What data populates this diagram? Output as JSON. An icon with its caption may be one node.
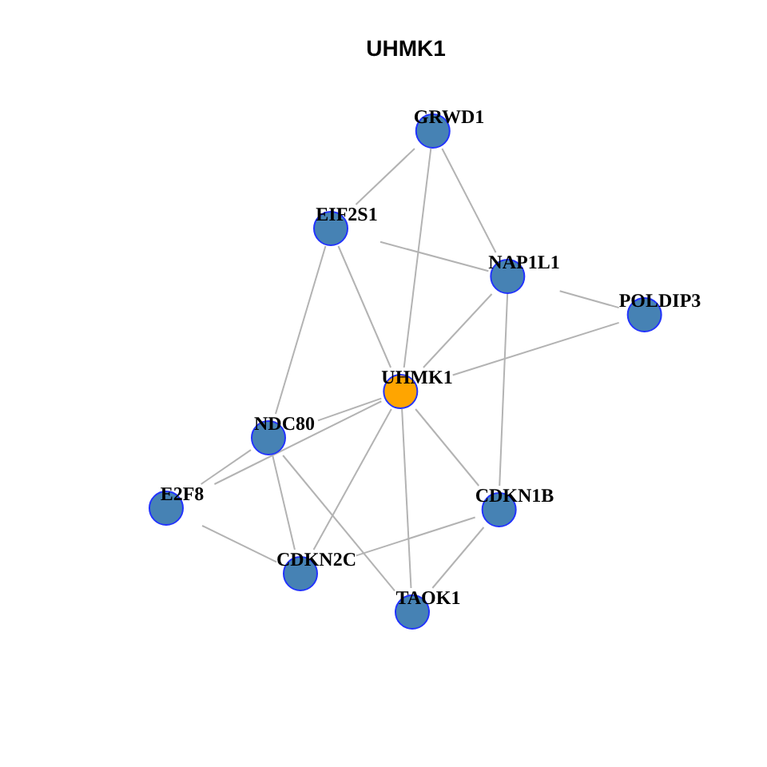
{
  "diagram": {
    "title": "UHMK1",
    "nodes": [
      {
        "text": [
          "GRWD1"
        ]
      },
      {
        "text": [
          "EIF2S1"
        ]
      },
      {
        "text": [
          "NAP1L1"
        ]
      },
      {
        "text": [
          "POLDIP3"
        ]
      },
      {
        "text": [
          "UHMK1"
        ]
      },
      {
        "text": [
          "NDC80"
        ]
      },
      {
        "text": [
          "E2F8"
        ]
      },
      {
        "text": [
          "CDKN1B"
        ]
      },
      {
        "text": [
          "CDKN2C"
        ]
      },
      {
        "text": [
          "TAOK1"
        ]
      }
    ],
    "edges": [
      {
        "from": 0,
        "to": 1,
        "arrow": "none"
      },
      {
        "from": 0,
        "to": 4,
        "arrow": "none"
      },
      {
        "from": 0,
        "to": 2,
        "arrow": "none"
      },
      {
        "from": 1,
        "to": 2,
        "arrow": "none"
      },
      {
        "from": 1,
        "to": 4,
        "arrow": "none"
      },
      {
        "from": 1,
        "to": 5,
        "arrow": "none"
      },
      {
        "from": 2,
        "to": 4,
        "arrow": "none"
      },
      {
        "from": 2,
        "to": 3,
        "arrow": "none"
      },
      {
        "from": 2,
        "to": 7,
        "arrow": "none"
      },
      {
        "from": 3,
        "to": 4,
        "arrow": "none"
      },
      {
        "from": 4,
        "to": 5,
        "arrow": "none"
      },
      {
        "from": 4,
        "to": 6,
        "arrow": "none"
      },
      {
        "from": 4,
        "to": 8,
        "arrow": "none"
      },
      {
        "from": 4,
        "to": 9,
        "arrow": "none"
      },
      {
        "from": 4,
        "to": 7,
        "arrow": "none"
      },
      {
        "from": 5,
        "to": 6,
        "arrow": "none"
      },
      {
        "from": 5,
        "to": 8,
        "arrow": "none"
      },
      {
        "from": 5,
        "to": 9,
        "arrow": "none"
      },
      {
        "from": 6,
        "to": 8,
        "arrow": "none"
      },
      {
        "from": 8,
        "to": 7,
        "arrow": "none"
      },
      {
        "from": 7,
        "to": 9,
        "arrow": "none"
      }
    ]
  }
}
